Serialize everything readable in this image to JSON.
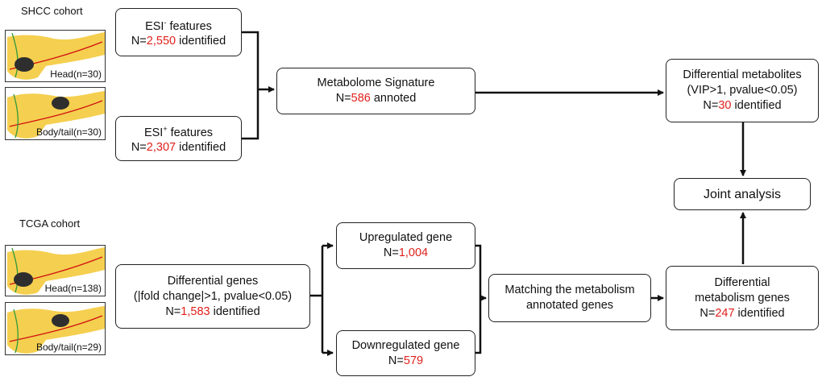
{
  "shcc": {
    "title": "SHCC cohort",
    "head_label": "Head(n=30)",
    "body_label": "Body/tail(n=30)"
  },
  "tcga": {
    "title": "TCGA cohort",
    "head_label": "Head(n=138)",
    "body_label": "Body/tail(n=29)"
  },
  "esi_neg": {
    "title_main": "ESI",
    "title_sup": "-",
    "title_rest": " features",
    "n_prefix": "N=",
    "n_value": "2,550",
    "n_suffix": " identified"
  },
  "esi_pos": {
    "title_main": "ESI",
    "title_sup": "+",
    "title_rest": " features",
    "n_prefix": "N=",
    "n_value": "2,307",
    "n_suffix": " identified"
  },
  "metabolome": {
    "title": "Metabolome  Signature",
    "n_prefix": "N=",
    "n_value": "586",
    "n_suffix": " annoted"
  },
  "diff_metabolites": {
    "line1": "Differential metabolites",
    "line2": "(VIP>1,  pvalue<0.05)",
    "n_prefix": "N=",
    "n_value": "30",
    "n_suffix": " identified"
  },
  "joint": {
    "label": "Joint analysis"
  },
  "diff_genes": {
    "line1": "Differential genes",
    "line2": "(|fold change|>1,  pvalue<0.05)",
    "n_prefix": "N=",
    "n_value": "1,583",
    "n_suffix": " identified"
  },
  "upregulated": {
    "title": "Upregulated  gene",
    "n_prefix": "N=",
    "n_value": "1,004"
  },
  "downregulated": {
    "title": "Downregulated  gene",
    "n_prefix": "N=",
    "n_value": "579"
  },
  "matching": {
    "line1": "Matching the metabolism",
    "line2": "annotated genes"
  },
  "diff_metab_genes": {
    "line1": "Differential",
    "line2": "metabolism  genes",
    "n_prefix": "N=",
    "n_value": "247",
    "n_suffix": " identified"
  },
  "colors": {
    "highlight": "#e0201b",
    "pancreas": "#f5cf4f",
    "tumor": "#2e2e2e",
    "duct": "#d01010",
    "vessel": "#2f9a3a"
  }
}
